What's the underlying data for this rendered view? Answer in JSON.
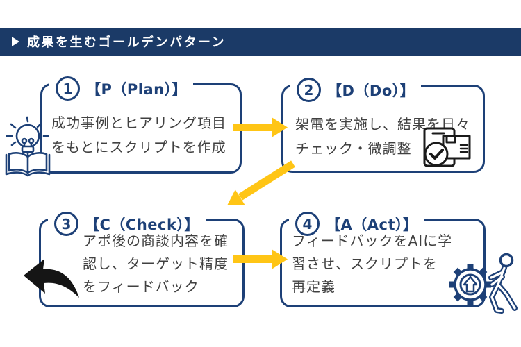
{
  "title": "成果を生むゴールデンパターン",
  "colors": {
    "navy": "#1d4077",
    "title_bar_navy": "#1b3a67",
    "accent_yellow": "#ffc515",
    "body_text": "#404040",
    "icon_black": "#1a1a1a",
    "background": "#ffffff"
  },
  "steps": [
    {
      "number": "1",
      "heading": "【P（Plan）】",
      "lines": [
        "成功事例とヒアリング項目",
        "をもとにスクリプトを作成"
      ],
      "icon": "lightbulb-book-icon"
    },
    {
      "number": "2",
      "heading": "【D（Do）】",
      "lines": [
        "架電を実施し、結果を日々",
        "チェック・微調整"
      ],
      "icon": "smartphone-check-icon"
    },
    {
      "number": "3",
      "heading": "【C（Check）】",
      "lines": [
        "アポ後の商談内容を確",
        "認し、ターゲット精度",
        "をフィードバック"
      ],
      "icon": "black-curved-arrow-icon"
    },
    {
      "number": "4",
      "heading": "【A（Act）】",
      "lines": [
        "フィードバックをAIに学",
        "習させ、スクリプトを",
        "再定義"
      ],
      "icon": "gear-person-icon"
    }
  ],
  "flow": [
    {
      "from": "1",
      "to": "2",
      "direction": "right"
    },
    {
      "from": "2",
      "to": "3",
      "direction": "down-left"
    },
    {
      "from": "3",
      "to": "4",
      "direction": "right"
    }
  ]
}
